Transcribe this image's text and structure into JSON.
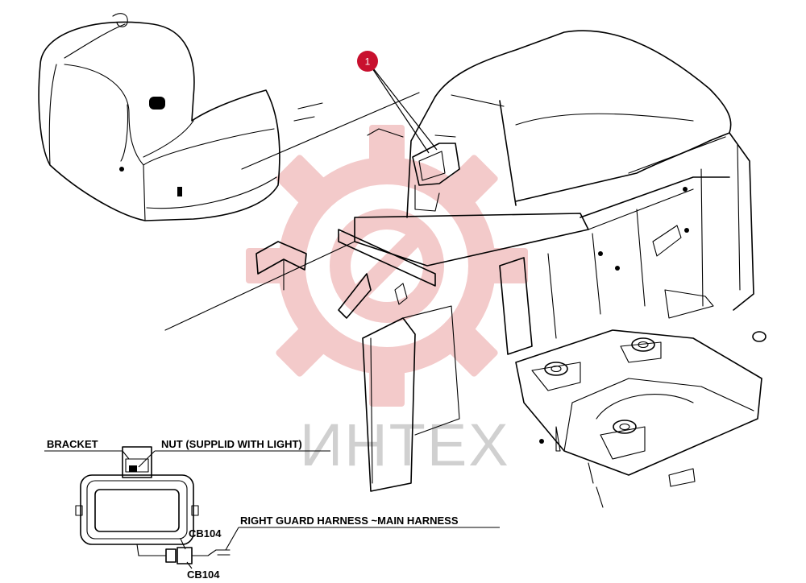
{
  "callout": {
    "number": "1",
    "color": "#c8102e"
  },
  "watermark": {
    "text": "ИНТЕХ",
    "gear_color": "#f2b8b8"
  },
  "labels": {
    "bracket": "BRACKET",
    "nut": "NUT  (SUPPLID WITH LIGHT)",
    "harness": "RIGHT GUARD HARNESS ~MAIN HARNESS",
    "connector_upper": "CB104",
    "connector_lower": "CB104"
  }
}
